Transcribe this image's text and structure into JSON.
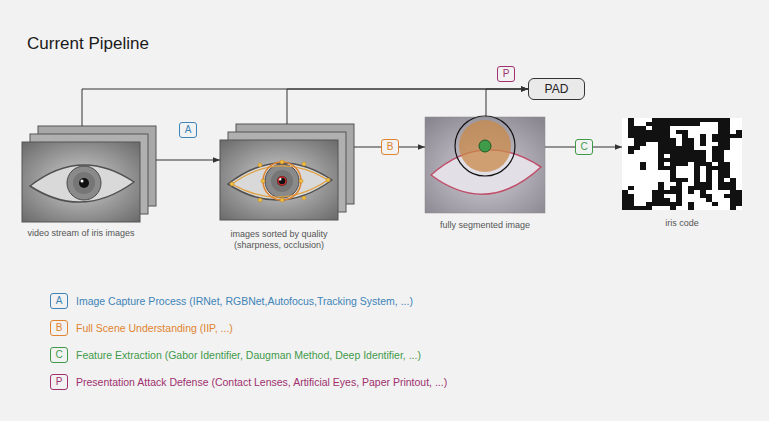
{
  "diagram": {
    "title": "Current Pipeline",
    "nodes": [
      {
        "text": [
          "video stream of iris images"
        ]
      },
      {
        "text": [
          "images sorted by quality (sharpness, occlusion)"
        ]
      },
      {
        "text": [
          "fully segmented image"
        ]
      },
      {
        "text": [
          "iris code"
        ]
      },
      {
        "text": [
          "PAD"
        ]
      }
    ],
    "edges": [
      {
        "from": 0,
        "to": 1,
        "arrow": "to",
        "label": "A"
      },
      {
        "from": 1,
        "to": 2,
        "arrow": "to",
        "label": "B"
      },
      {
        "from": 2,
        "to": 3,
        "arrow": "to",
        "label": "C"
      },
      {
        "from": 0,
        "to": 4,
        "arrow": "to"
      },
      {
        "from": 1,
        "to": 4,
        "arrow": "to"
      },
      {
        "from": 2,
        "to": 4,
        "arrow": "to",
        "label": "P"
      }
    ],
    "labels": [
      "A",
      "B",
      "C",
      "P"
    ],
    "legend": [
      {
        "text": "Image Capture Process (IRNet, RGBNet,Autofocus,Tracking System, ...)",
        "color": "#3d84b8"
      },
      {
        "text": "Full Scene Understanding (IIP, ...)",
        "color": "#e0842f"
      },
      {
        "text": "Feature Extraction (Gabor Identifier, Daugman Method, Deep Identifier, ...)",
        "color": "#3f9a4a"
      },
      {
        "text": "Presentation Attack Defense (Contact Lenses, Artificial Eyes, Paper Printout, ...)",
        "color": "#a0306e"
      }
    ]
  }
}
